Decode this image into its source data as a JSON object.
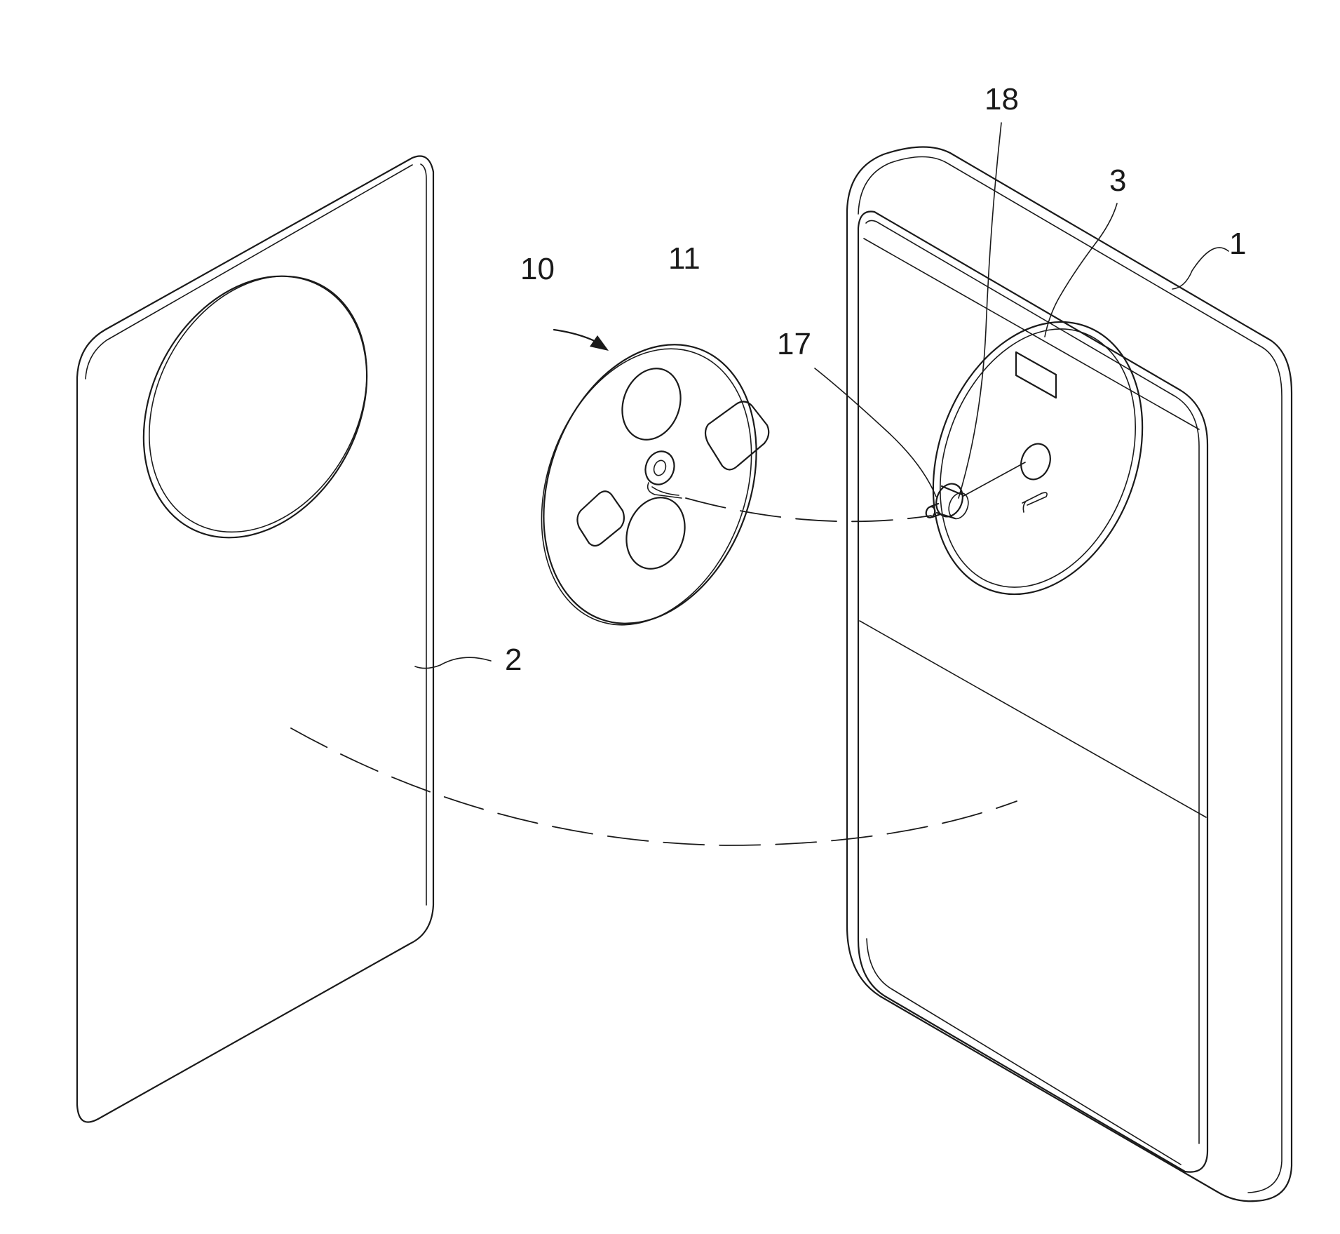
{
  "labels": {
    "device_body": "1",
    "back_cover": "2",
    "body_sensor": "3",
    "module": "10",
    "module_disc": "11",
    "pin": "17",
    "collar": "18"
  }
}
